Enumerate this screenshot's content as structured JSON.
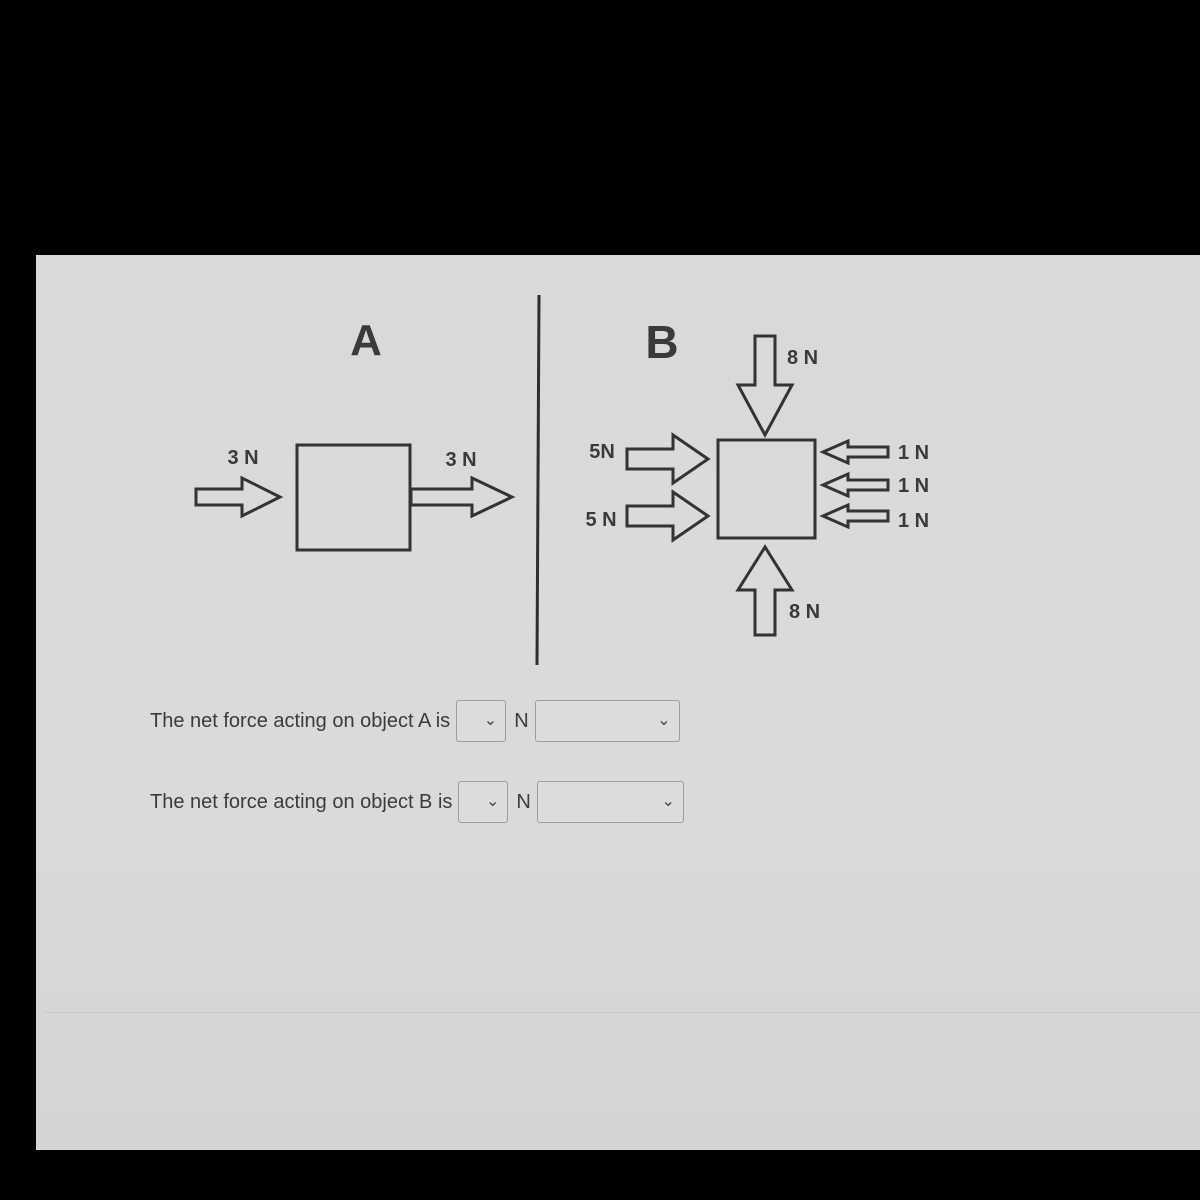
{
  "diagram": {
    "label_a": "A",
    "label_b": "B",
    "a_forces": [
      "3 N",
      "3 N"
    ],
    "b_forces": {
      "left": [
        "5N",
        "5 N"
      ],
      "right": [
        "1 N",
        "1 N",
        "1 N"
      ],
      "top": "8 N",
      "bottom": "8 N"
    }
  },
  "questions": [
    {
      "text": "The net force acting on object A is",
      "unit": "N",
      "magnitude_value": "",
      "direction_value": ""
    },
    {
      "text": "The net force acting on object B is",
      "unit": "N",
      "magnitude_value": "",
      "direction_value": ""
    }
  ]
}
